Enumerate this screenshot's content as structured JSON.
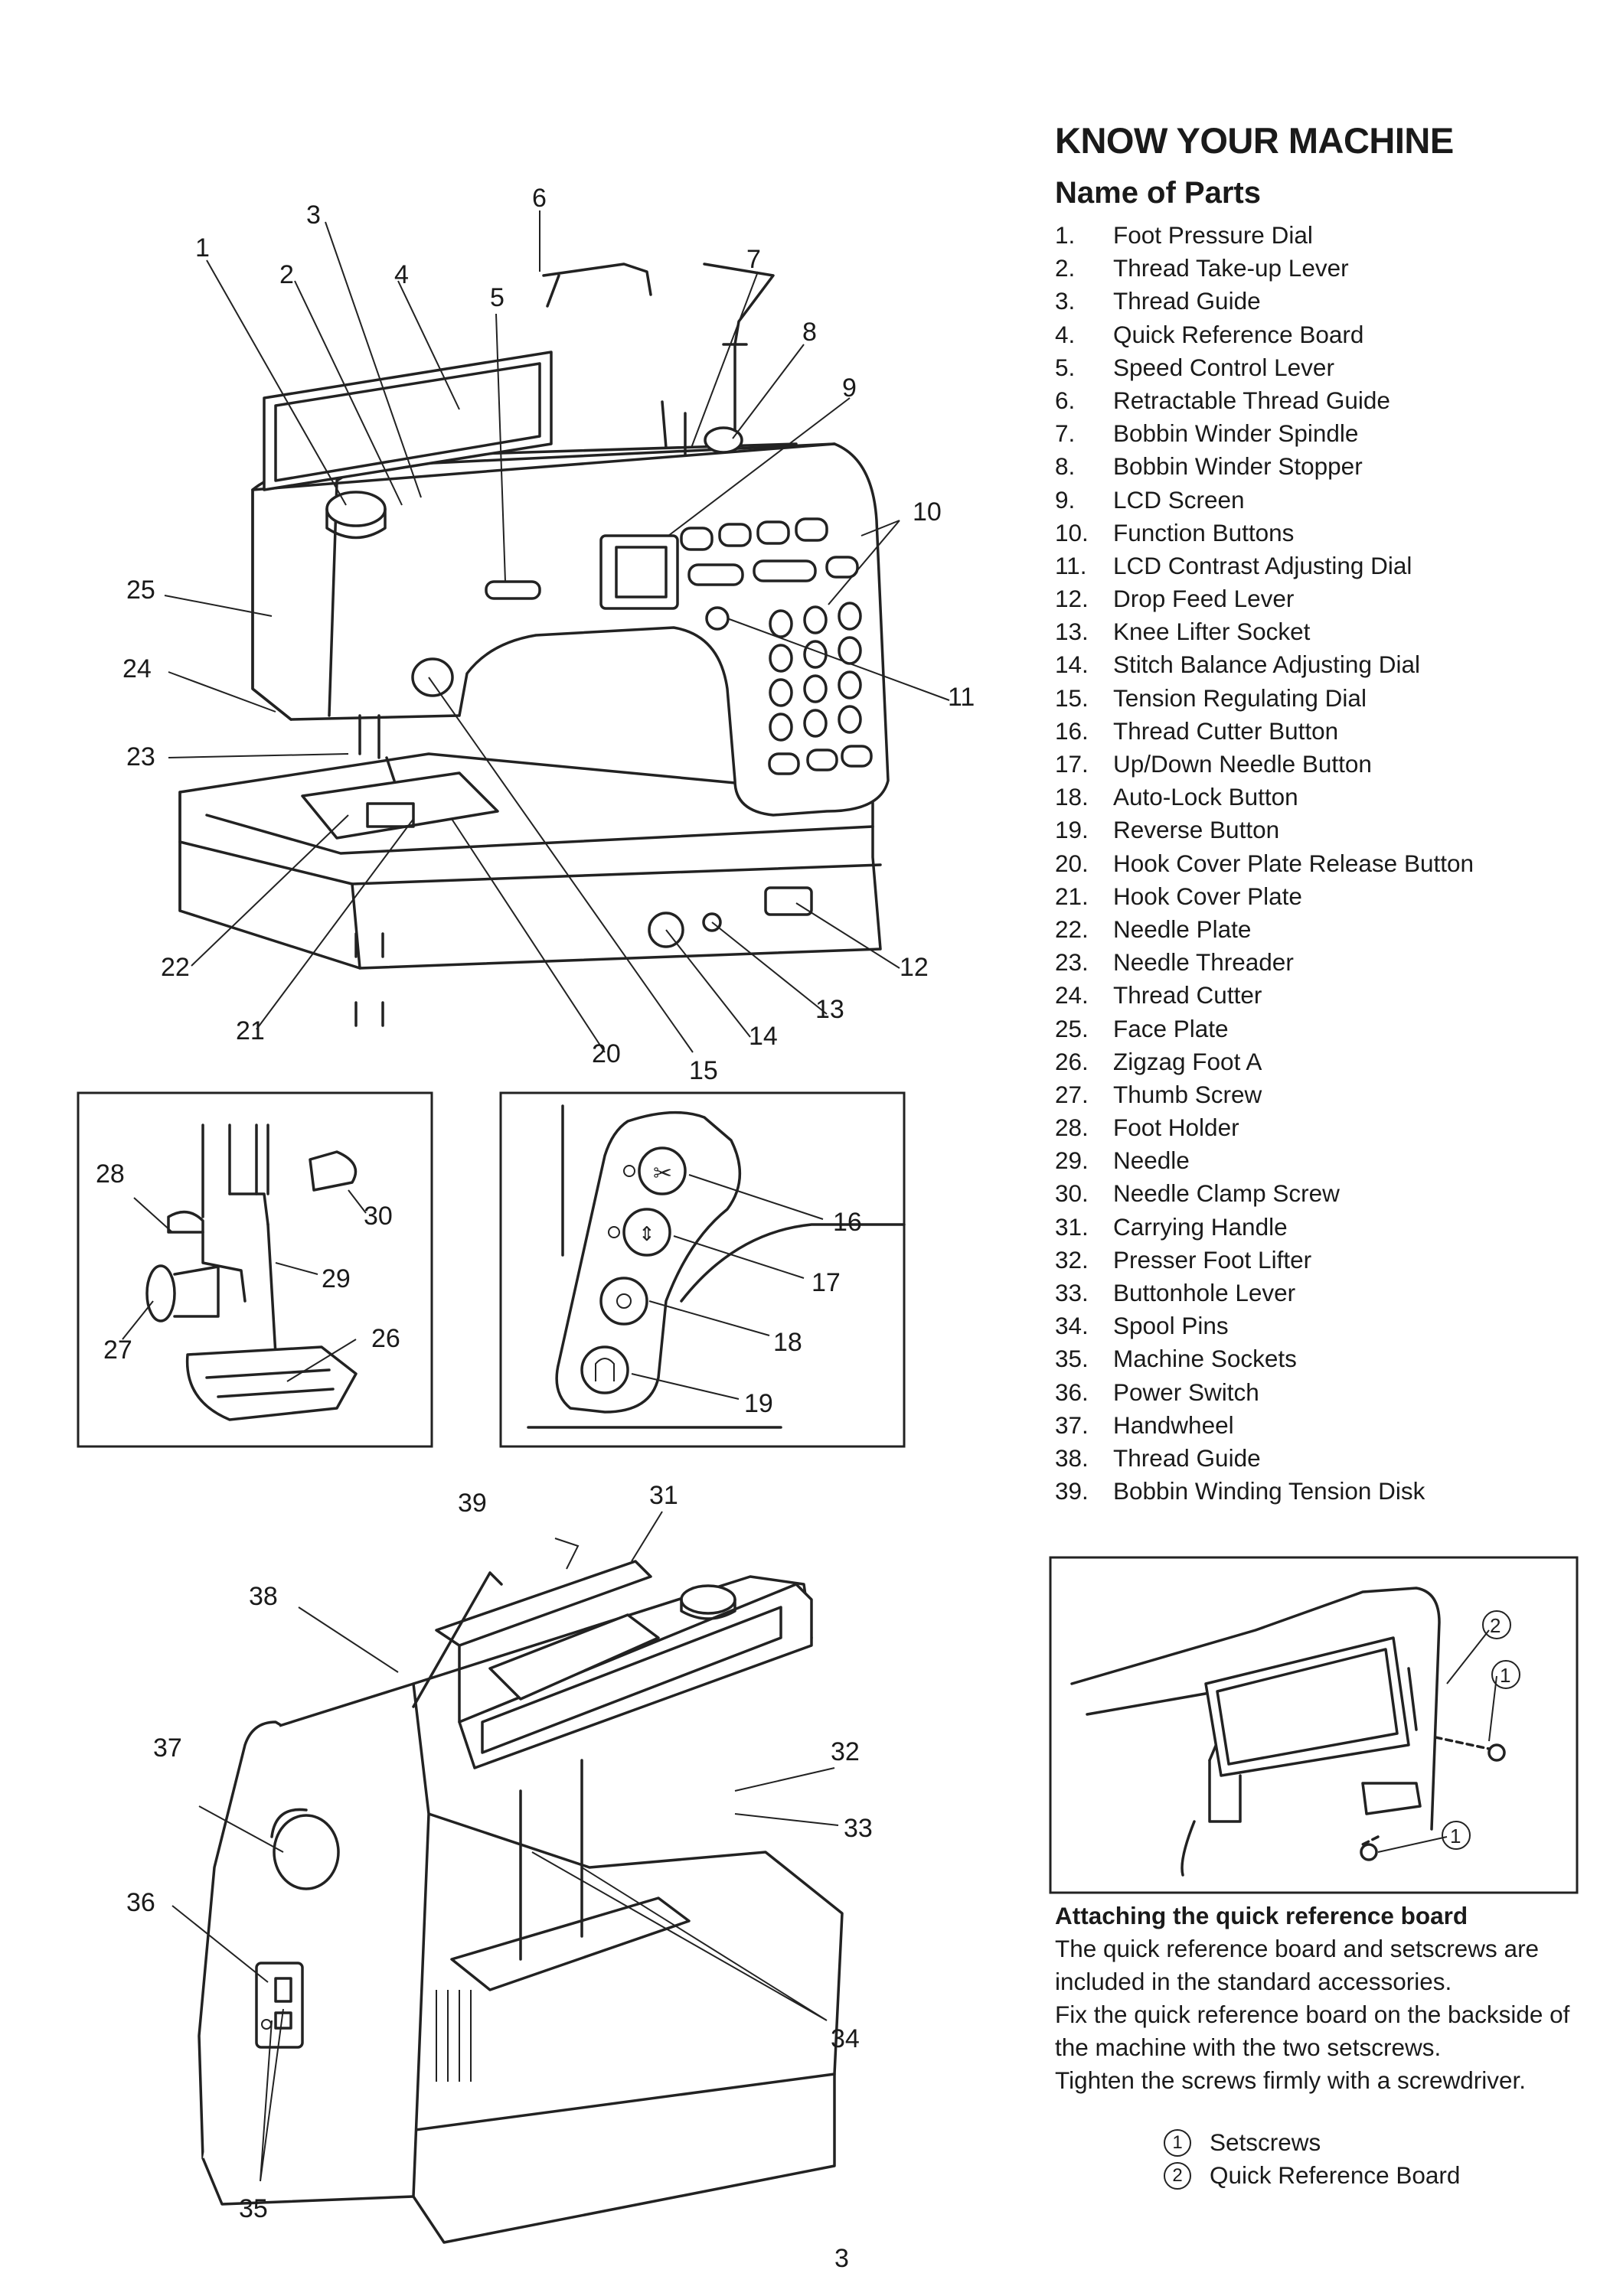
{
  "heading": "KNOW YOUR MACHINE",
  "subheading": "Name of Parts",
  "parts": [
    {
      "num": "1.",
      "name": "Foot Pressure Dial"
    },
    {
      "num": "2.",
      "name": "Thread Take-up Lever"
    },
    {
      "num": "3.",
      "name": "Thread Guide"
    },
    {
      "num": "4.",
      "name": "Quick Reference Board"
    },
    {
      "num": "5.",
      "name": "Speed Control Lever"
    },
    {
      "num": "6.",
      "name": "Retractable Thread Guide"
    },
    {
      "num": "7.",
      "name": "Bobbin Winder Spindle"
    },
    {
      "num": "8.",
      "name": "Bobbin Winder Stopper"
    },
    {
      "num": "9.",
      "name": "LCD Screen"
    },
    {
      "num": "10.",
      "name": "Function Buttons"
    },
    {
      "num": "11.",
      "name": "LCD Contrast Adjusting Dial"
    },
    {
      "num": "12.",
      "name": "Drop Feed Lever"
    },
    {
      "num": "13.",
      "name": "Knee Lifter Socket"
    },
    {
      "num": "14.",
      "name": "Stitch Balance Adjusting Dial"
    },
    {
      "num": "15.",
      "name": "Tension Regulating Dial"
    },
    {
      "num": "16.",
      "name": "Thread Cutter Button"
    },
    {
      "num": "17.",
      "name": "Up/Down Needle Button"
    },
    {
      "num": "18.",
      "name": "Auto-Lock Button"
    },
    {
      "num": "19.",
      "name": "Reverse Button"
    },
    {
      "num": "20.",
      "name": "Hook Cover Plate Release Button"
    },
    {
      "num": "21.",
      "name": "Hook Cover Plate"
    },
    {
      "num": "22.",
      "name": "Needle Plate"
    },
    {
      "num": "23.",
      "name": "Needle Threader"
    },
    {
      "num": "24.",
      "name": "Thread Cutter"
    },
    {
      "num": "25.",
      "name": "Face Plate"
    },
    {
      "num": "26.",
      "name": "Zigzag Foot A"
    },
    {
      "num": "27.",
      "name": "Thumb Screw"
    },
    {
      "num": "28.",
      "name": "Foot Holder"
    },
    {
      "num": "29.",
      "name": "Needle"
    },
    {
      "num": "30.",
      "name": "Needle Clamp Screw"
    },
    {
      "num": "31.",
      "name": "Carrying Handle"
    },
    {
      "num": "32.",
      "name": "Presser Foot Lifter"
    },
    {
      "num": "33.",
      "name": "Buttonhole Lever"
    },
    {
      "num": "34.",
      "name": "Spool Pins"
    },
    {
      "num": "35.",
      "name": "Machine Sockets"
    },
    {
      "num": "36.",
      "name": "Power Switch"
    },
    {
      "num": "37.",
      "name": "Handwheel"
    },
    {
      "num": "38.",
      "name": "Thread Guide"
    },
    {
      "num": "39.",
      "name": "Bobbin Winding Tension Disk"
    }
  ],
  "callouts": {
    "front": [
      "1",
      "2",
      "3",
      "4",
      "5",
      "6",
      "7",
      "8",
      "9",
      "10",
      "11",
      "12",
      "13",
      "14",
      "15",
      "20",
      "21",
      "22",
      "23",
      "24",
      "25"
    ],
    "foot": [
      "26",
      "27",
      "28",
      "29",
      "30"
    ],
    "buttons": [
      "16",
      "17",
      "18",
      "19"
    ],
    "rear": [
      "31",
      "32",
      "33",
      "34",
      "35",
      "36",
      "37",
      "38",
      "39"
    ],
    "board": [
      "1",
      "1",
      "2"
    ]
  },
  "attaching": {
    "heading": "Attaching the quick reference board",
    "lines": [
      "The quick reference board and setscrews are included in the standard accessories.",
      "Fix the quick reference board on the backside of the machine with the two setscrews.",
      "Tighten the screws firmly with a screwdriver."
    ]
  },
  "legend": [
    {
      "num": "1",
      "label": "Setscrews"
    },
    {
      "num": "2",
      "label": "Quick Reference Board"
    }
  ],
  "page_number": "3"
}
